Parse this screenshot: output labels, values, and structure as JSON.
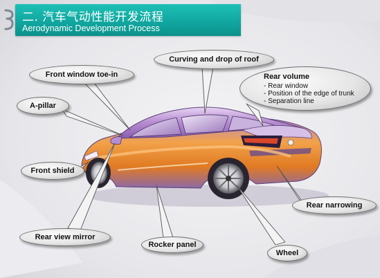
{
  "header": {
    "title": "二. 汽车气动性能开发流程",
    "subtitle": "Aerodynamic Development Process"
  },
  "callouts": {
    "front_window": "Front window toe-in",
    "curving_roof": "Curving and drop of roof",
    "rear_volume_title": "Rear volume",
    "rear_volume_items": [
      "Rear window",
      "Position of the edge of trunk",
      "Separation line"
    ],
    "a_pillar": "A-pillar",
    "front_shield": "Front shield",
    "rear_narrowing": "Rear narrowing",
    "rear_view_mirror": "Rear view mirror",
    "rocker_panel": "Rocker panel",
    "wheel": "Wheel"
  },
  "colors": {
    "banner": "#11a7a0",
    "body_purple": "#a77cc4",
    "body_orange": "#e78a2e",
    "bubble_gray": "#dcdcdc"
  }
}
